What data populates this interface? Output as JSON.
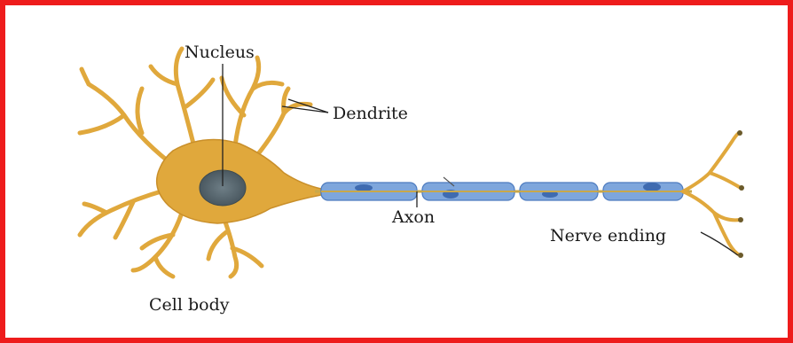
{
  "labels": {
    "nucleus": "Nucleus",
    "dendrite": "Dendrite",
    "axon": "Axon",
    "nerve_ending": "Nerve ending",
    "cell_body": "Cell body"
  },
  "colors": {
    "frame": "#ee1c1c",
    "cell": "#e0a83c",
    "nucleus": "#5a6a72",
    "myelin": "#7ea6dc",
    "myelin_nucleus": "#3f6bb0",
    "axon_line": "#c9a84a"
  }
}
